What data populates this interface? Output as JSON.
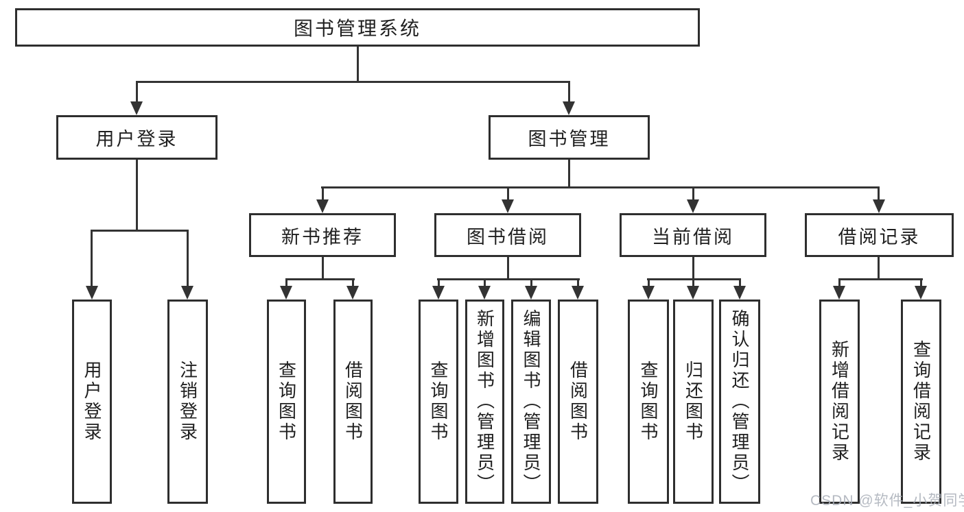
{
  "diagram_type": "hierarchy-tree",
  "colors": {
    "line": "#333333",
    "border": "#2e2e2e",
    "text": "#1f1f1f",
    "watermark": "#a9aeb8",
    "bg": "#ffffff"
  },
  "tree": {
    "root": {
      "label": "图书管理系统",
      "children": [
        {
          "label": "用户登录",
          "children": [
            {
              "label": "用户登录"
            },
            {
              "label": "注销登录"
            }
          ]
        },
        {
          "label": "图书管理",
          "children": [
            {
              "label": "新书推荐",
              "children": [
                {
                  "label": "查询图书"
                },
                {
                  "label": "借阅图书"
                }
              ]
            },
            {
              "label": "图书借阅",
              "children": [
                {
                  "label": "查询图书"
                },
                {
                  "label": "新增图书（管理员）"
                },
                {
                  "label": "编辑图书（管理员）"
                },
                {
                  "label": "借阅图书"
                }
              ]
            },
            {
              "label": "当前借阅",
              "children": [
                {
                  "label": "查询图书"
                },
                {
                  "label": "归还图书"
                },
                {
                  "label": "确认归还（管理员）"
                }
              ]
            },
            {
              "label": "借阅记录",
              "children": [
                {
                  "label": "新增借阅记录"
                },
                {
                  "label": "查询借阅记录"
                }
              ]
            }
          ]
        }
      ]
    }
  },
  "watermark": {
    "text": "CSDN @软件_小贺同学"
  }
}
